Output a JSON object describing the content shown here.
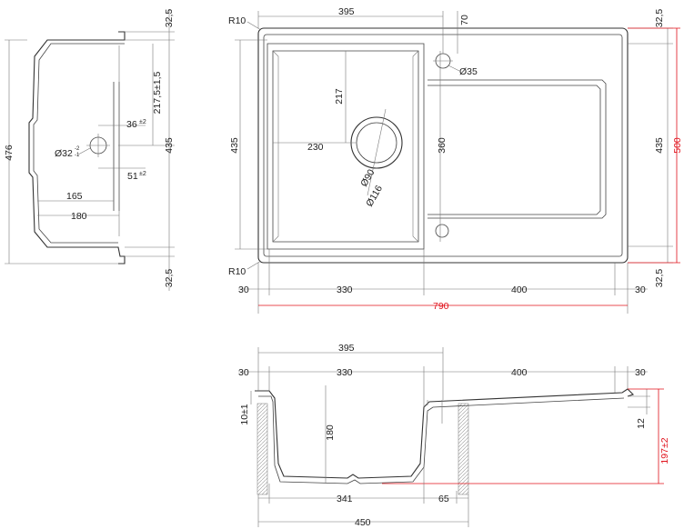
{
  "side_view": {
    "d476": "476",
    "d32_5_top": "32,5",
    "d217": "217,5±1,5",
    "d435": "435",
    "d32_5_bot": "32,5",
    "d36": "36",
    "d36_tol": "±2",
    "d32": "Ø32",
    "d32_tol_up": "-2",
    "d32_tol_dn": "-1",
    "d51": "51",
    "d51_tol": "±2",
    "d165": "165",
    "d180": "180"
  },
  "top_view": {
    "d395": "395",
    "d70": "70",
    "d32_5_top": "32,5",
    "r10_top": "R10",
    "r10_bot": "R10",
    "d35": "Ø35",
    "d217": "217",
    "d230": "230",
    "d360": "360",
    "d435_left": "435",
    "d435_right": "435",
    "d500": "500",
    "d90": "Ø90",
    "d116": "Ø116",
    "d32_5_bot": "32,5",
    "d30_left": "30",
    "d330": "330",
    "d400": "400",
    "d30_right": "30",
    "d790": "790"
  },
  "section_view": {
    "d395": "395",
    "d30_left": "30",
    "d330": "330",
    "d400": "400",
    "d30_right": "30",
    "d10": "10±1",
    "d180": "180",
    "d12": "12",
    "d197": "197±2",
    "d341": "341",
    "d65": "65",
    "d450": "450"
  },
  "colors": {
    "line": "#444444",
    "accent": "#e0101a"
  }
}
